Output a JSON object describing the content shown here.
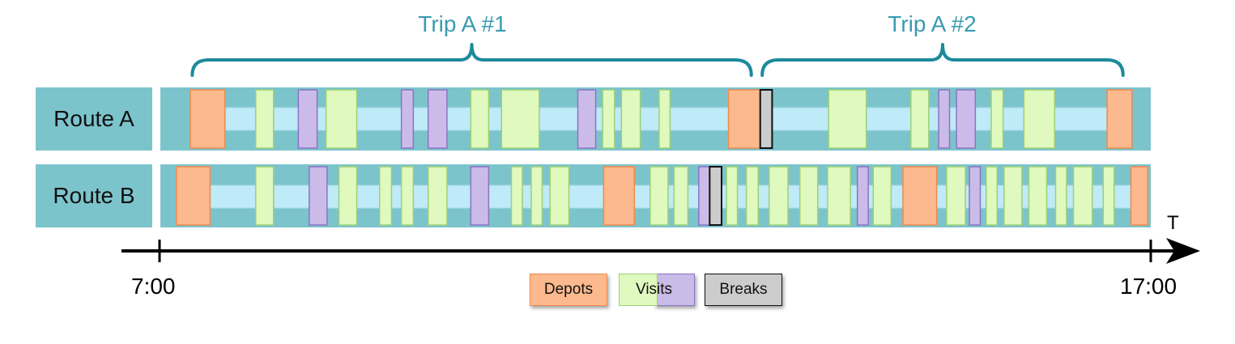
{
  "routes": [
    {
      "name": "Route A",
      "blocks": [
        {
          "kind": "depot",
          "start": 7.31,
          "end": 7.66
        },
        {
          "kind": "visit",
          "start": 7.97,
          "end": 8.15
        },
        {
          "kind": "visit_alt",
          "start": 8.4,
          "end": 8.59
        },
        {
          "kind": "visit",
          "start": 8.68,
          "end": 8.99
        },
        {
          "kind": "visit_alt",
          "start": 9.44,
          "end": 9.56
        },
        {
          "kind": "visit_alt",
          "start": 9.71,
          "end": 9.9
        },
        {
          "kind": "visit",
          "start": 10.14,
          "end": 10.32
        },
        {
          "kind": "visit",
          "start": 10.45,
          "end": 10.83
        },
        {
          "kind": "visit_alt",
          "start": 11.22,
          "end": 11.4
        },
        {
          "kind": "visit",
          "start": 11.47,
          "end": 11.59
        },
        {
          "kind": "visit",
          "start": 11.66,
          "end": 11.85
        },
        {
          "kind": "visit",
          "start": 12.04,
          "end": 12.15
        },
        {
          "kind": "depot",
          "start": 12.74,
          "end": 13.06
        },
        {
          "kind": "break",
          "start": 13.06,
          "end": 13.18
        },
        {
          "kind": "visit",
          "start": 13.75,
          "end": 14.13
        },
        {
          "kind": "visit",
          "start": 14.58,
          "end": 14.76
        },
        {
          "kind": "visit_alt",
          "start": 14.86,
          "end": 14.97
        },
        {
          "kind": "visit_alt",
          "start": 15.04,
          "end": 15.23
        },
        {
          "kind": "visit",
          "start": 15.39,
          "end": 15.51
        },
        {
          "kind": "visit",
          "start": 15.72,
          "end": 16.03
        },
        {
          "kind": "depot",
          "start": 16.56,
          "end": 16.81
        }
      ]
    },
    {
      "name": "Route B",
      "blocks": [
        {
          "kind": "depot",
          "start": 7.17,
          "end": 7.51
        },
        {
          "kind": "visit",
          "start": 7.97,
          "end": 8.15
        },
        {
          "kind": "visit_alt",
          "start": 8.51,
          "end": 8.69
        },
        {
          "kind": "visit",
          "start": 8.81,
          "end": 8.99
        },
        {
          "kind": "visit",
          "start": 9.22,
          "end": 9.34
        },
        {
          "kind": "visit",
          "start": 9.44,
          "end": 9.56
        },
        {
          "kind": "visit",
          "start": 9.71,
          "end": 9.9
        },
        {
          "kind": "visit_alt",
          "start": 10.14,
          "end": 10.32
        },
        {
          "kind": "visit",
          "start": 10.55,
          "end": 10.66
        },
        {
          "kind": "visit",
          "start": 10.75,
          "end": 10.86
        },
        {
          "kind": "visit",
          "start": 10.94,
          "end": 11.13
        },
        {
          "kind": "depot",
          "start": 11.48,
          "end": 11.79
        },
        {
          "kind": "visit",
          "start": 11.95,
          "end": 12.13
        },
        {
          "kind": "visit",
          "start": 12.19,
          "end": 12.33
        },
        {
          "kind": "visit_alt",
          "start": 12.44,
          "end": 12.55
        },
        {
          "kind": "break",
          "start": 12.55,
          "end": 12.67
        },
        {
          "kind": "visit",
          "start": 12.72,
          "end": 12.83
        },
        {
          "kind": "visit",
          "start": 12.92,
          "end": 13.04
        },
        {
          "kind": "visit",
          "start": 13.15,
          "end": 13.34
        },
        {
          "kind": "visit",
          "start": 13.46,
          "end": 13.64
        },
        {
          "kind": "visit",
          "start": 13.74,
          "end": 13.97
        },
        {
          "kind": "visit_alt",
          "start": 14.04,
          "end": 14.15
        },
        {
          "kind": "visit",
          "start": 14.2,
          "end": 14.38
        },
        {
          "kind": "depot",
          "start": 14.5,
          "end": 14.84
        },
        {
          "kind": "visit",
          "start": 14.94,
          "end": 15.13
        },
        {
          "kind": "visit_alt",
          "start": 15.17,
          "end": 15.28
        },
        {
          "kind": "visit",
          "start": 15.34,
          "end": 15.45
        },
        {
          "kind": "visit",
          "start": 15.52,
          "end": 15.7
        },
        {
          "kind": "visit",
          "start": 15.77,
          "end": 15.95
        },
        {
          "kind": "visit",
          "start": 16.04,
          "end": 16.15
        },
        {
          "kind": "visit",
          "start": 16.22,
          "end": 16.41
        },
        {
          "kind": "visit",
          "start": 16.52,
          "end": 16.63
        },
        {
          "kind": "depot",
          "start": 16.8,
          "end": 16.97
        }
      ]
    }
  ],
  "trips": [
    {
      "label": "Trip A #1",
      "start": 7.33,
      "end": 12.97
    },
    {
      "label": "Trip A #2",
      "start": 13.08,
      "end": 16.72
    }
  ],
  "axis": {
    "start": 7,
    "end": 17,
    "start_label": "7:00",
    "end_label": "17:00",
    "arrow_label": "T"
  },
  "legend": {
    "depots": "Depots",
    "visits": "Visits",
    "breaks": "Breaks"
  },
  "colors": {
    "route_bg": "#7cc4cc",
    "route_bar": "#bfeaf8",
    "depot_fill": "#fbb98d",
    "depot_stroke": "#ef8a4c",
    "visit_fill": "#dff9bf",
    "visit_stroke": "#9ed074",
    "visit_alt_fill": "#cbbbe8",
    "visit_alt_stroke": "#8c73c4",
    "break_fill": "#cccccc",
    "break_stroke": "#111111",
    "brace": "#1d8a9c",
    "trip_text": "#3a9bb0"
  }
}
